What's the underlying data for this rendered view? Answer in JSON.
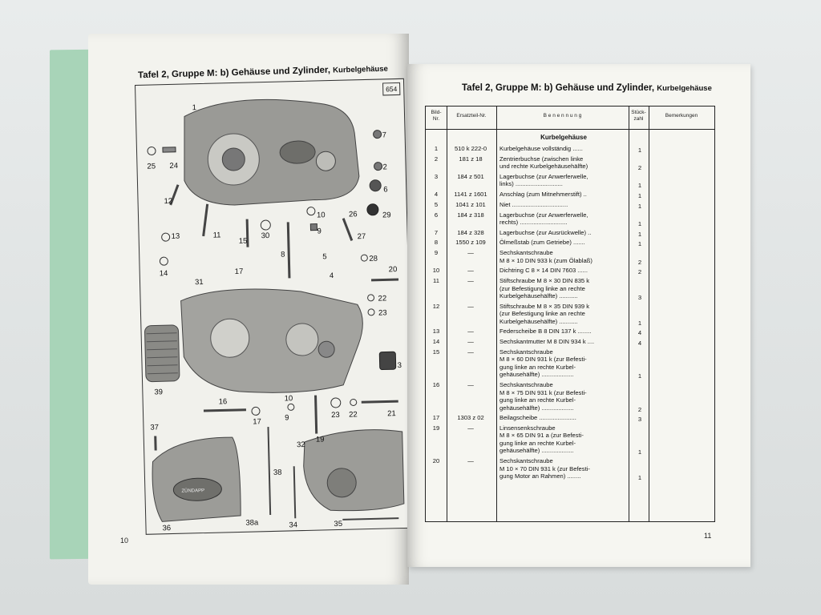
{
  "left_page": {
    "title_main": "Tafel 2, Gruppe M: b) Gehäuse und Zylinder,",
    "title_sub": "Kurbelgehäuse",
    "page_number": "10",
    "figure_tag": "654",
    "part_labels": [
      "1",
      "7",
      "25",
      "24",
      "2",
      "6",
      "12",
      "29",
      "13",
      "11",
      "15",
      "30",
      "10",
      "9",
      "26",
      "27",
      "28",
      "14",
      "8",
      "5",
      "17",
      "4",
      "20",
      "31",
      "22",
      "23",
      "3",
      "39",
      "16",
      "17",
      "10",
      "9",
      "19",
      "23",
      "22",
      "21",
      "37",
      "38",
      "32",
      "36",
      "38a",
      "34",
      "35"
    ],
    "logo_text": "ZÜNDAPP"
  },
  "right_page": {
    "title_main": "Tafel 2, Gruppe M: b) Gehäuse und Zylinder,",
    "title_sub": "Kurbelgehäuse",
    "page_number": "11",
    "headers": {
      "bild_nr": "Bild-\nNr.",
      "ersatzteil": "Ersatzteil-Nr.",
      "benennung": "B e n e n n u n g",
      "stueckzahl": "Stück-\nzahl",
      "bemerkungen": "Bemerkungen"
    },
    "section_title": "Kurbelgehäuse",
    "rows": [
      {
        "nr": "1",
        "part": "510 k 222-0",
        "desc": [
          "Kurbelgehäuse vollständig ......"
        ],
        "qty": "1"
      },
      {
        "nr": "2",
        "part": "181 z 18",
        "desc": [
          "Zentrierbuchse (zwischen linke",
          "und rechte Kurbelgehäusehälfte)"
        ],
        "qty": "2"
      },
      {
        "nr": "3",
        "part": "184 z 501",
        "desc": [
          "Lagerbuchse (zur Anwerferwelle,",
          "links) ............................"
        ],
        "qty": "1"
      },
      {
        "nr": "4",
        "part": "1141 z 1601",
        "desc": [
          "Anschlag (zum Mitnehmerstift) .."
        ],
        "qty": "1"
      },
      {
        "nr": "5",
        "part": "1041 z 101",
        "desc": [
          "Niet ................................."
        ],
        "qty": "1"
      },
      {
        "nr": "6",
        "part": "184 z 318",
        "desc": [
          "Lagerbuchse (zur Anwerferwelle,",
          "rechts) ............................"
        ],
        "qty": "1"
      },
      {
        "nr": "7",
        "part": "184 z 328",
        "desc": [
          "Lagerbuchse (zur Ausrückwelle) .."
        ],
        "qty": "1"
      },
      {
        "nr": "8",
        "part": "1550 z 109",
        "desc": [
          "Ölmeßstab (zum Getriebe) ......."
        ],
        "qty": "1"
      },
      {
        "nr": "9",
        "part": "—",
        "desc": [
          "Sechskantschraube",
          "M 8 × 10 DIN 933 k (zum Ölablaß)"
        ],
        "qty": "2"
      },
      {
        "nr": "10",
        "part": "—",
        "desc": [
          "Dichtring C 8 × 14 DIN 7603 ......"
        ],
        "qty": "2"
      },
      {
        "nr": "11",
        "part": "—",
        "desc": [
          "Stiftschraube M 8 × 30 DIN 835 k",
          "(zur Befestigung linke an rechte",
          "Kurbelgehäusehälfte) ..........."
        ],
        "qty": "3"
      },
      {
        "nr": "12",
        "part": "—",
        "desc": [
          "Stiftschraube M 8 × 35 DIN 939 k",
          "(zur Befestigung linke an rechte",
          "Kurbelgehäusehälfte) ..........."
        ],
        "qty": "1"
      },
      {
        "nr": "13",
        "part": "—",
        "desc": [
          "Federscheibe B 8 DIN 137 k ........"
        ],
        "qty": "4"
      },
      {
        "nr": "14",
        "part": "—",
        "desc": [
          "Sechskantmutter M 8 DIN 934 k ...."
        ],
        "qty": "4"
      },
      {
        "nr": "15",
        "part": "—",
        "desc": [
          "Sechskantschraube",
          "M 8 × 60 DIN 931 k (zur Befesti-",
          "gung linke an rechte Kurbel-",
          "gehäusehälfte) ..................."
        ],
        "qty": "1"
      },
      {
        "nr": "16",
        "part": "—",
        "desc": [
          "Sechskantschraube",
          "M 8 × 75 DIN 931 k (zur Befesti-",
          "gung linke an rechte Kurbel-",
          "gehäusehälfte) ..................."
        ],
        "qty": "2"
      },
      {
        "nr": "17",
        "part": "1303 z 02",
        "desc": [
          "Beilagscheibe ......................"
        ],
        "qty": "3"
      },
      {
        "nr": "19",
        "part": "—",
        "desc": [
          "Linsensenkschraube",
          "M 8 × 65 DIN 91 a (zur Befesti-",
          "gung linke an rechte Kurbel-",
          "gehäusehälfte) ..................."
        ],
        "qty": "1"
      },
      {
        "nr": "20",
        "part": "—",
        "desc": [
          "Sechskantschraube",
          "M 10 × 70 DIN 931 k (zur Befesti-",
          "gung Motor an Rahmen) ........"
        ],
        "qty": "1"
      }
    ]
  }
}
